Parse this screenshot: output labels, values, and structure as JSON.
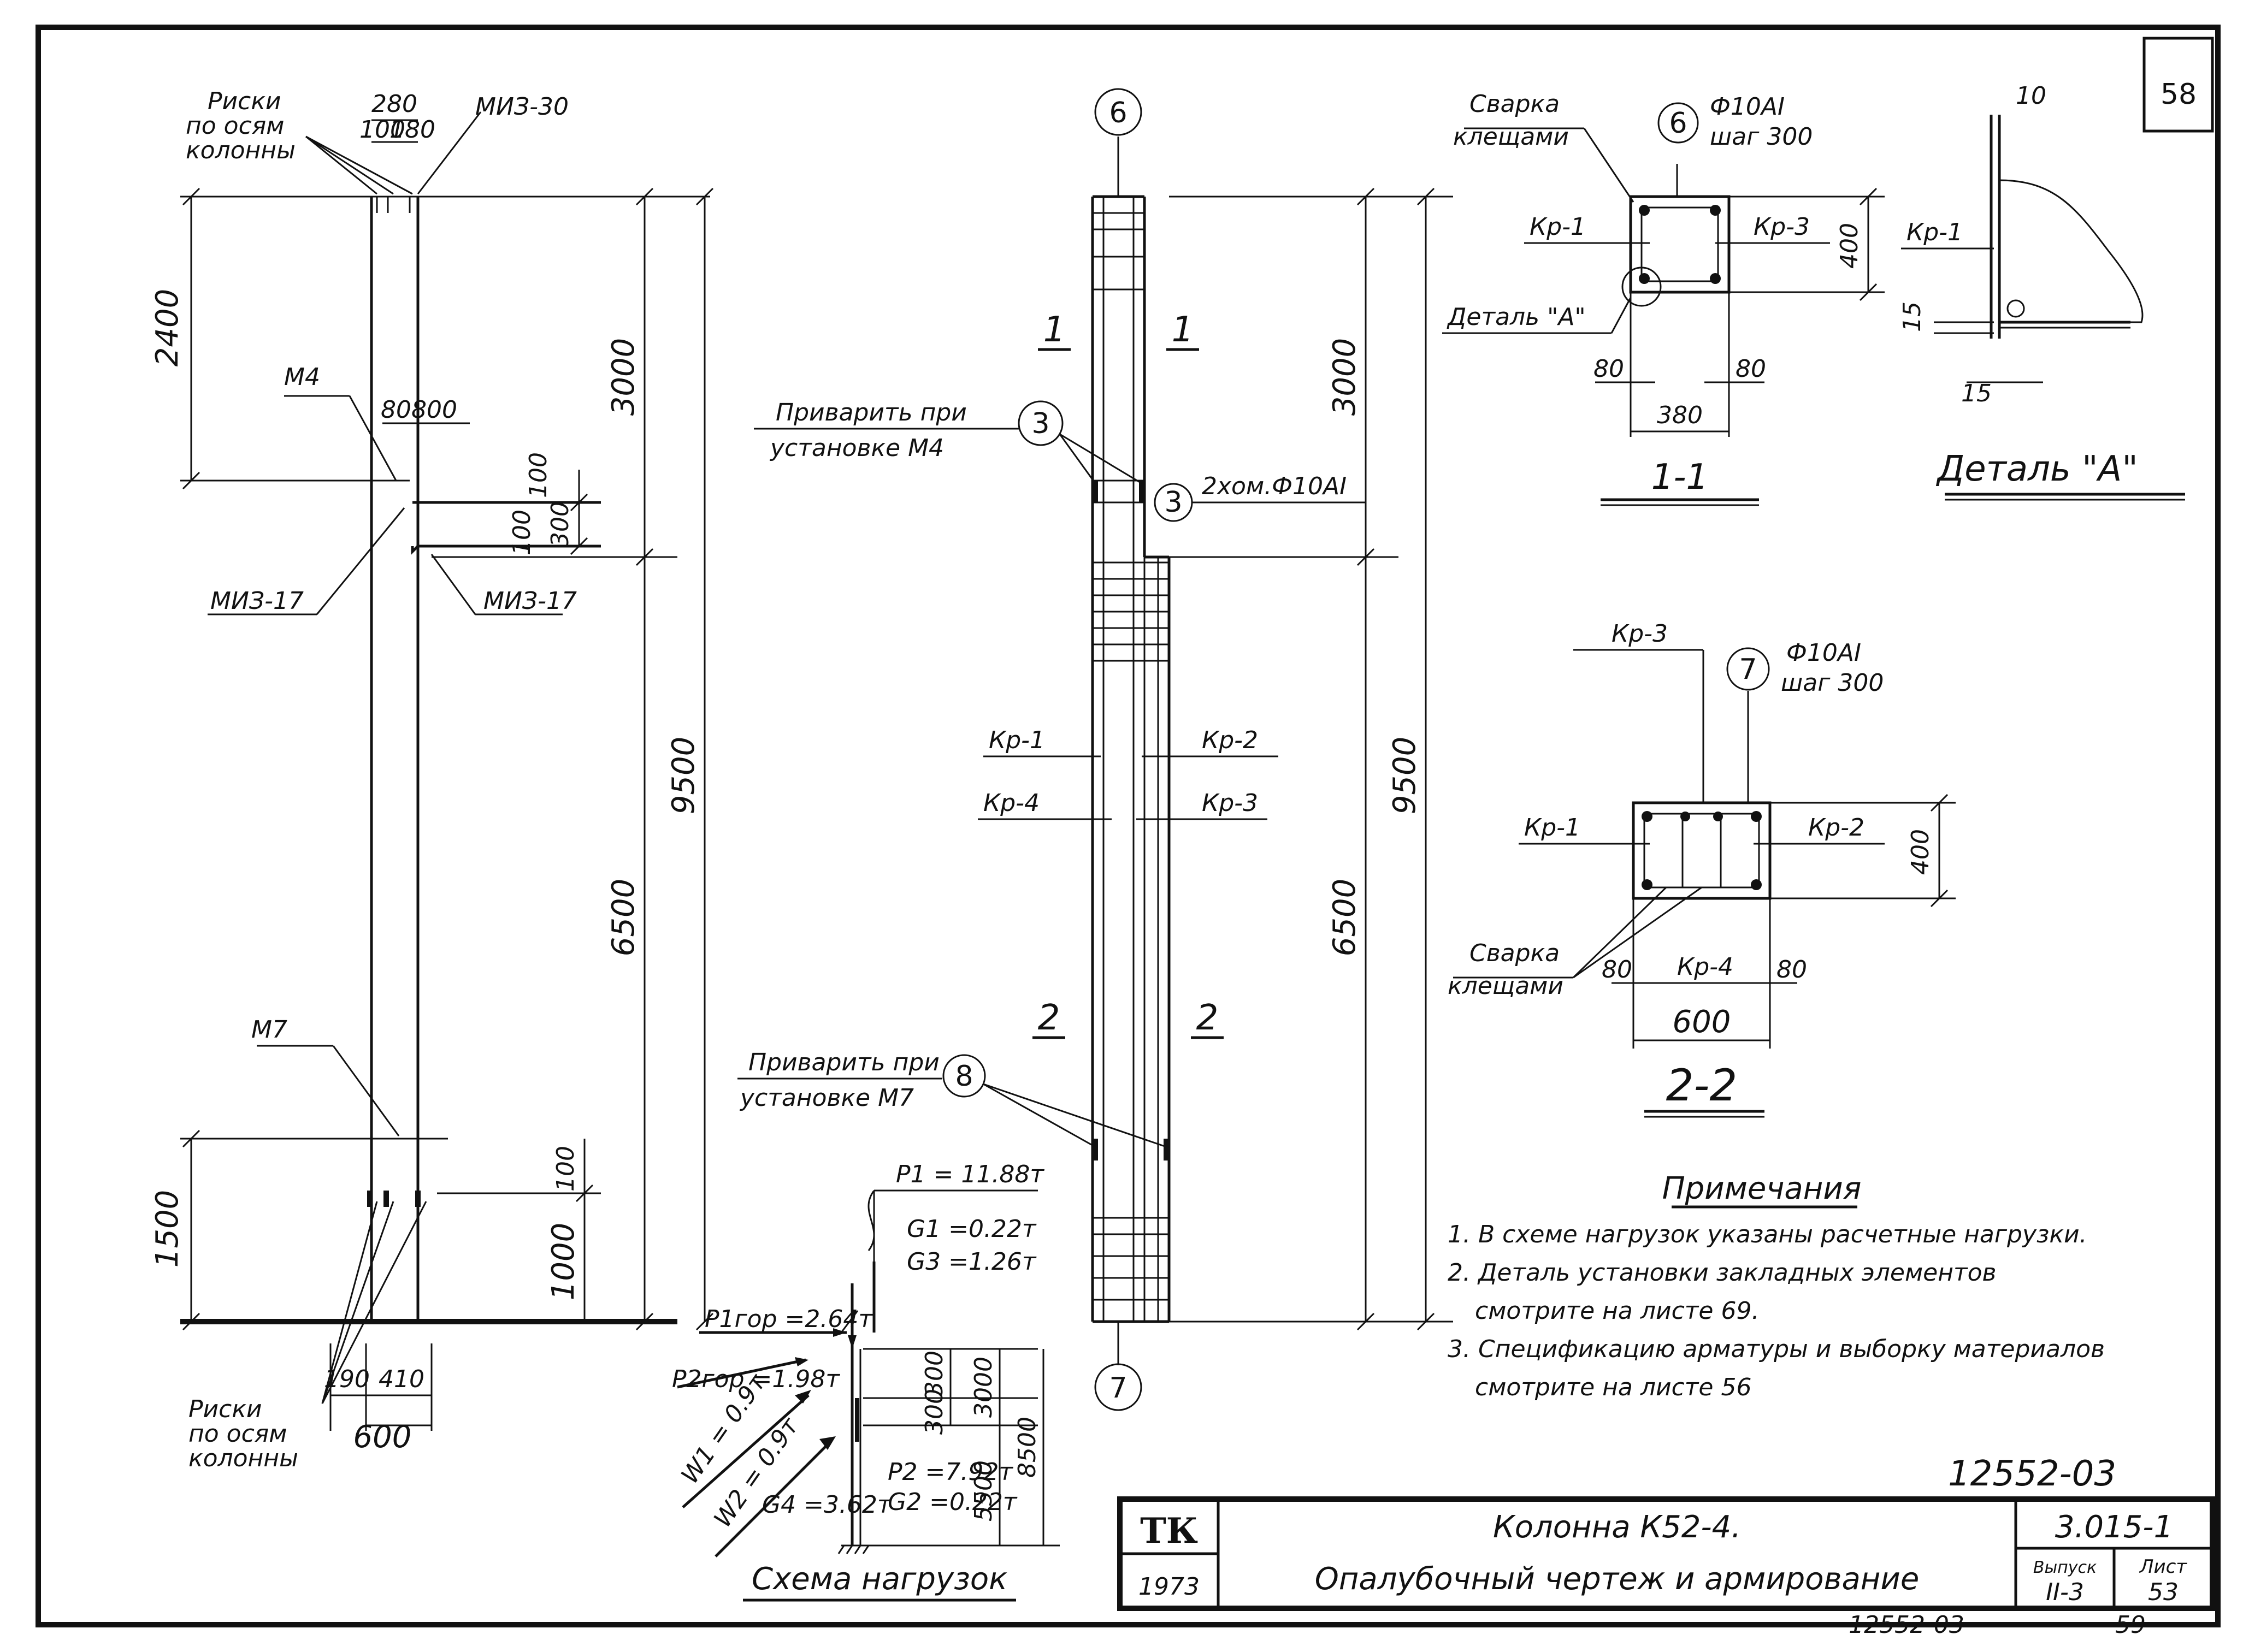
{
  "sheet": {
    "page_no": "58",
    "doc_number": "12552-03",
    "footer_doc": "12552-03",
    "footer_page": "59"
  },
  "title_block": {
    "logo": "ТК",
    "year": "1973",
    "line1": "Колонна К52-4.",
    "line2": "Опалубочный чертеж и армирование",
    "series": "3.015-1",
    "issue_label": "Выпуск",
    "issue_value": "II-3",
    "sheet_label": "Лист",
    "sheet_value": "53"
  },
  "elevation": {
    "risks_top": [
      "Риски",
      "по осям",
      "колонны"
    ],
    "miz30": "МИЗ-30",
    "dim_280": "280",
    "dim_100": "100",
    "dim_180": "180",
    "dim_2400": "2400",
    "m4": "М4",
    "dim_80": "80",
    "dim_800": "800",
    "dim_100b": "100",
    "dim_100c": "100",
    "dim_300": "300",
    "miz17_left": "МИЗ-17",
    "miz17_right": "МИЗ-17",
    "dim_3000": "3000",
    "dim_9500": "9500",
    "dim_6500": "6500",
    "m7": "М7",
    "dim_1500": "1500",
    "dim_100d": "100",
    "dim_1000": "1000",
    "risks_bottom": [
      "Риски",
      "по осям",
      "колонны"
    ],
    "dim_190": "190",
    "dim_410": "410",
    "dim_600": "600"
  },
  "reinforcement": {
    "axis_top": "6",
    "axis_bottom": "7",
    "sec1_left": "1",
    "sec1_right": "1",
    "sec2_left": "2",
    "sec2_right": "2",
    "weld_m4": [
      "Приварить при",
      "установке М4"
    ],
    "mark3": "3",
    "mark3b": "3",
    "clamps": "2хом.Ф10АI",
    "kr1": "Кр-1",
    "kr2": "Кр-2",
    "kr4": "Кр-4",
    "kr3": "Кр-3",
    "weld_m7": [
      "Приварить при",
      "установке М7"
    ],
    "mark8": "8",
    "dim_3000": "3000",
    "dim_9500": "9500",
    "dim_6500": "6500"
  },
  "section_1_1": {
    "weld": [
      "Сварка",
      "клещами"
    ],
    "axis": "6",
    "bar": [
      "Ф10АI",
      "шаг 300"
    ],
    "kr1": "Кр-1",
    "kr3": "Кр-3",
    "detail_ref": "Деталь \"А\"",
    "dim_400": "400",
    "dim_80a": "80",
    "dim_80b": "80",
    "dim_380": "380",
    "title": "1-1"
  },
  "detail_a": {
    "kr1": "Кр-1",
    "dim_top": "10",
    "dim_mid": "15",
    "dim_bot": "15",
    "title": "Деталь \"А\""
  },
  "section_2_2": {
    "kr3": "Кр-3",
    "axis": "7",
    "bar": [
      "Ф10АI",
      "шаг 300"
    ],
    "kr1": "Кр-1",
    "kr2": "Кр-2",
    "dim_400": "400",
    "weld": [
      "Сварка",
      "клещами"
    ],
    "kr4": "Кр-4",
    "dim_80a": "80",
    "dim_80b": "80",
    "dim_600": "600",
    "title": "2-2"
  },
  "load_scheme": {
    "p1": "P1 = 11.88т",
    "g1": "G1 =0.22т",
    "g3": "G3 =1.26т",
    "p1_hor": "P1гор =2.64т",
    "p2_hor": "P2гор =1.98т",
    "w1": "W1 = 0.9т",
    "w2": "W2 = 0.9т",
    "g4": "G4 =3.62т",
    "p2": "P2 =7.92т",
    "g2": "G2 =0.22т",
    "dim_300a": "300",
    "dim_300b": "300",
    "dim_3000": "3000",
    "dim_5500": "5500",
    "dim_8500": "8500",
    "title": "Схема нагрузок"
  },
  "notes": {
    "heading": "Примечания",
    "lines": [
      "1. В схеме нагрузок указаны расчетные нагрузки.",
      "2. Деталь установки закладных элементов",
      "смотрите на листе 69.",
      "3. Спецификацию арматуры и выборку материалов",
      "смотрите на листе 56"
    ]
  }
}
